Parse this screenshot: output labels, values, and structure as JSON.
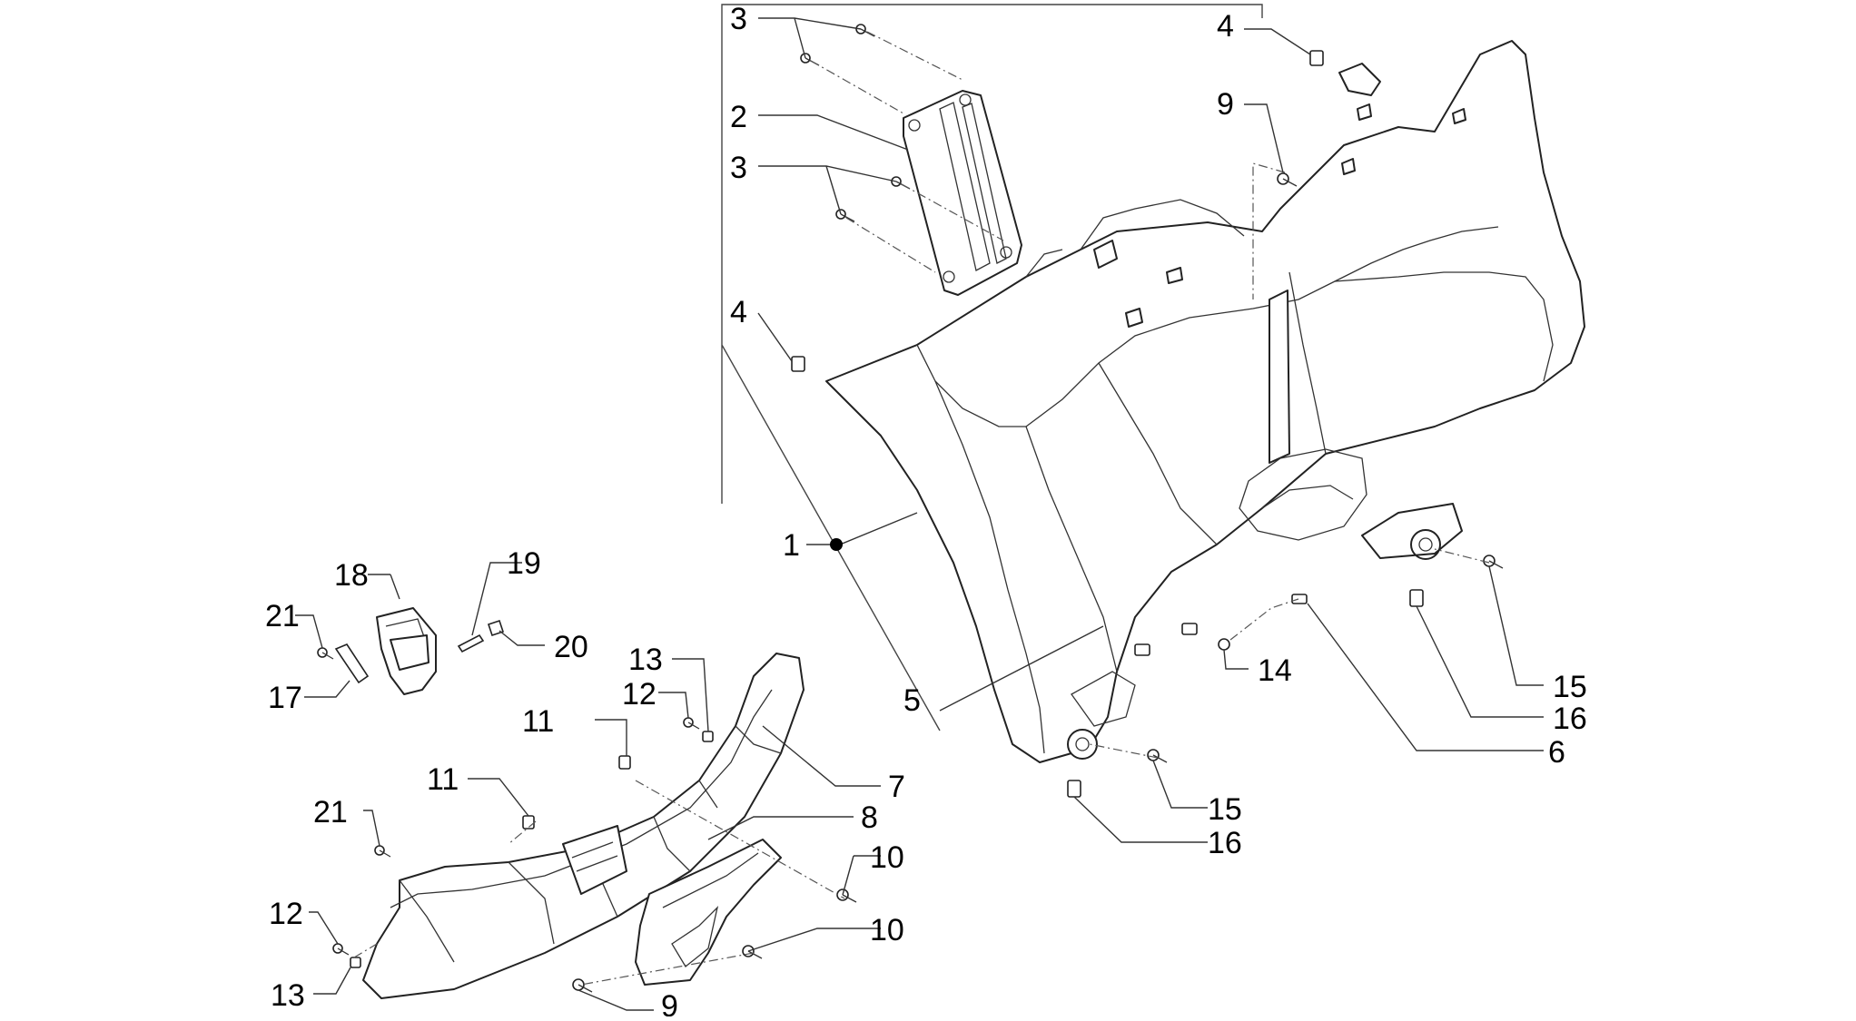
{
  "callouts": [
    {
      "id": "c1",
      "label": "1"
    },
    {
      "id": "c2",
      "label": "2"
    },
    {
      "id": "c3a",
      "label": "3"
    },
    {
      "id": "c3b",
      "label": "3"
    },
    {
      "id": "c4a",
      "label": "4"
    },
    {
      "id": "c4b",
      "label": "4"
    },
    {
      "id": "c5",
      "label": "5"
    },
    {
      "id": "c6",
      "label": "6"
    },
    {
      "id": "c7",
      "label": "7"
    },
    {
      "id": "c8",
      "label": "8"
    },
    {
      "id": "c9a",
      "label": "9"
    },
    {
      "id": "c9b",
      "label": "9"
    },
    {
      "id": "c10a",
      "label": "10"
    },
    {
      "id": "c10b",
      "label": "10"
    },
    {
      "id": "c11a",
      "label": "11"
    },
    {
      "id": "c11b",
      "label": "11"
    },
    {
      "id": "c12a",
      "label": "12"
    },
    {
      "id": "c12b",
      "label": "12"
    },
    {
      "id": "c13a",
      "label": "13"
    },
    {
      "id": "c13b",
      "label": "13"
    },
    {
      "id": "c14",
      "label": "14"
    },
    {
      "id": "c15a",
      "label": "15"
    },
    {
      "id": "c15b",
      "label": "15"
    },
    {
      "id": "c16a",
      "label": "16"
    },
    {
      "id": "c16b",
      "label": "16"
    },
    {
      "id": "c17",
      "label": "17"
    },
    {
      "id": "c18",
      "label": "18"
    },
    {
      "id": "c19",
      "label": "19"
    },
    {
      "id": "c20",
      "label": "20"
    },
    {
      "id": "c21a",
      "label": "21"
    },
    {
      "id": "c21b",
      "label": "21"
    }
  ],
  "colors": {
    "line": "#222222",
    "background": "#ffffff",
    "marker": "#000000"
  }
}
